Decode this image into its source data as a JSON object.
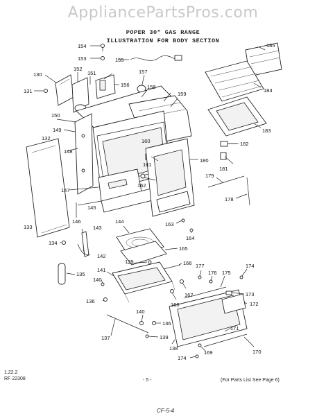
{
  "watermark": "AppliancePartsPros.com",
  "header": {
    "line1": "POPER 30\" GAS RANGE",
    "line2": "ILLUSTRATION FOR BODY SECTION"
  },
  "footer": {
    "code1": "1.22.2",
    "code2": "RF 22308",
    "page": "- 5 -",
    "note": "(For Parts List See Page 6)",
    "bottom_fragment": "CF-5-4"
  },
  "callouts": {
    "c185": "185",
    "c184": "184",
    "c183": "183",
    "c182": "182",
    "c181": "181",
    "c180": "180",
    "c179": "179",
    "c178": "178",
    "c177": "177",
    "c176": "176",
    "c175": "175",
    "c174a": "174",
    "c174b": "174",
    "c173": "173",
    "c172": "172",
    "c171": "171",
    "c170": "170",
    "c169": "169",
    "c168": "168",
    "c167": "167",
    "c166": "166",
    "c165": "165",
    "c164": "164",
    "c163": "163",
    "c162": "162",
    "c161": "161",
    "c160": "160",
    "c159": "159",
    "c158": "158",
    "c157": "157",
    "c156": "156",
    "c155": "155",
    "c154": "154",
    "c153": "153",
    "c152": "152",
    "c151": "151",
    "c150": "150",
    "c149": "149",
    "c148": "148",
    "c147": "147",
    "c146": "146",
    "c145": "145",
    "c144": "144",
    "c143": "143",
    "c142": "142",
    "c141": "141",
    "c140a": "140",
    "c140b": "140",
    "c139a": "139",
    "c139b": "139",
    "c138": "138",
    "c137": "137",
    "c136a": "136",
    "c136b": "136",
    "c135": "135",
    "c134": "134",
    "c133": "133",
    "c132": "132",
    "c131": "131",
    "c130": "130"
  }
}
